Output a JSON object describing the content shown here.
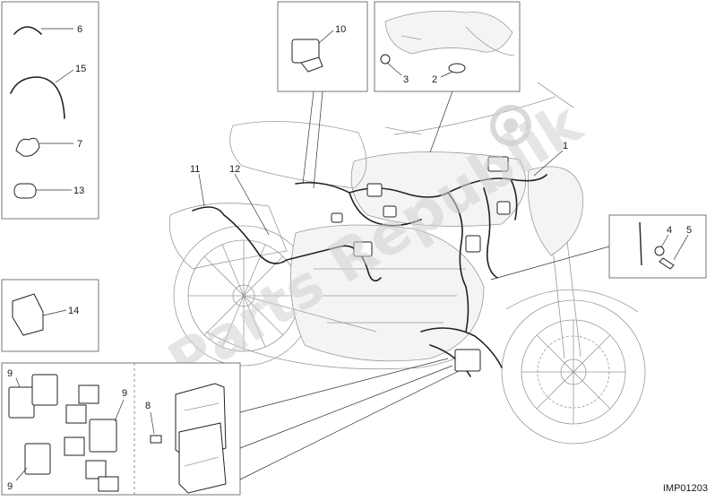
{
  "drawing_code": "IMP01203",
  "watermark": "Parts Republik",
  "callouts": {
    "c1": "1",
    "c2": "2",
    "c3": "3",
    "c4": "4",
    "c5": "5",
    "c6": "6",
    "c7": "7",
    "c8": "8",
    "c9a": "9",
    "c9b": "9",
    "c9c": "9",
    "c10": "10",
    "c11": "11",
    "c12": "12",
    "c13": "13",
    "c14": "14",
    "c15": "15"
  },
  "parts": [
    {
      "ref": "1",
      "icon": "main-wiring-harness"
    },
    {
      "ref": "2",
      "icon": "grommet"
    },
    {
      "ref": "3",
      "icon": "grommet"
    },
    {
      "ref": "4",
      "icon": "washer"
    },
    {
      "ref": "5",
      "icon": "screw"
    },
    {
      "ref": "6",
      "icon": "cable-tie-small"
    },
    {
      "ref": "7",
      "icon": "cable-clip"
    },
    {
      "ref": "8",
      "icon": "fuse"
    },
    {
      "ref": "9",
      "icon": "relay"
    },
    {
      "ref": "10",
      "icon": "connector-module"
    },
    {
      "ref": "11",
      "icon": "rear-wiring"
    },
    {
      "ref": "12",
      "icon": "rear-harness"
    },
    {
      "ref": "13",
      "icon": "cable-clamp"
    },
    {
      "ref": "14",
      "icon": "fuse-box-cover"
    },
    {
      "ref": "15",
      "icon": "cable-tie-large"
    }
  ]
}
